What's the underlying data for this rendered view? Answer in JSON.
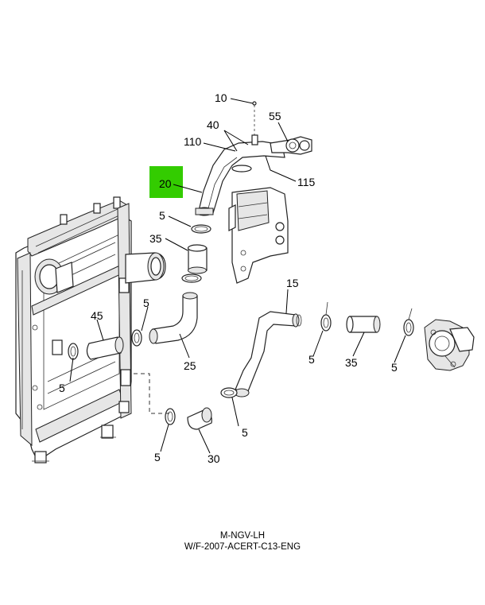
{
  "diagram": {
    "callouts": {
      "c10": "10",
      "c40": "40",
      "c55": "55",
      "c110": "110",
      "c115": "115",
      "c20": "20",
      "c5a": "5",
      "c35a": "35",
      "c5b": "5",
      "c45": "45",
      "c25": "25",
      "c15": "15",
      "c5c": "5",
      "c35b": "35",
      "c5d": "5",
      "c5e": "5",
      "c5f": "5",
      "c5g": "5",
      "c30": "30"
    },
    "highlight": {
      "label": "20",
      "color": "#33cc00"
    }
  },
  "caption": {
    "line1": "M-NGV-LH",
    "line2": "W/F-2007-ACERT-C13-ENG"
  }
}
